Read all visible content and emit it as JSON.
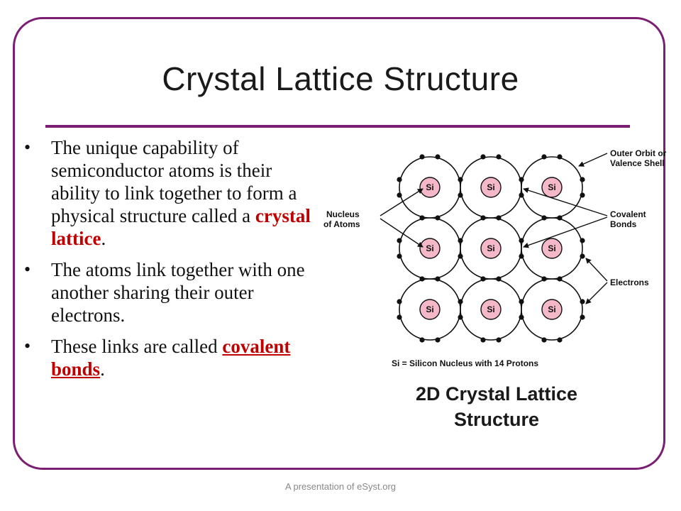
{
  "slide": {
    "title": "Crystal Lattice Structure",
    "footer": "A presentation of eSyst.org",
    "accent_color": "#7a1f74",
    "highlight_color": "#c00000"
  },
  "bullets": [
    {
      "before": "The unique capability of semiconductor atoms is their ability to link together to form a physical structure called a ",
      "highlight": "crystal lattice",
      "after": "."
    },
    {
      "before": "The atoms link together with one another sharing their outer electrons.",
      "highlight": "",
      "after": ""
    },
    {
      "before": "These links are called ",
      "highlight": "covalent bonds",
      "after": "."
    }
  ],
  "diagram": {
    "atom_label": "Si",
    "labels": {
      "outer_orbit_line1": "Outer Orbit or",
      "outer_orbit_line2": "Valence Shell",
      "nucleus_line1": "Nucleus",
      "nucleus_line2": "of Atoms",
      "covalent_line1": "Covalent",
      "covalent_line2": "Bonds",
      "electrons": "Electrons"
    },
    "legend": "Si = Silicon Nucleus with 14 Protons",
    "caption_line1": "2D Crystal Lattice",
    "caption_line2": "Structure",
    "nucleus_fill": "#f4b8c8"
  }
}
